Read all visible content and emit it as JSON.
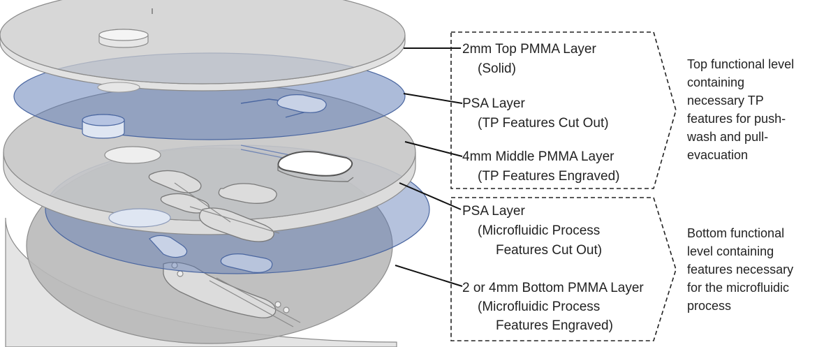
{
  "layers": [
    {
      "id": "top",
      "title": "2mm Top PMMA Layer",
      "detail": "(Solid)"
    },
    {
      "id": "psa1",
      "title": "PSA Layer",
      "detail": "(TP Features Cut Out)"
    },
    {
      "id": "middle",
      "title": "4mm Middle PMMA Layer",
      "detail": "(TP Features Engraved)"
    },
    {
      "id": "psa2",
      "title": "PSA Layer",
      "detail": "(Microfluidic Process",
      "detail2": "Features Cut Out)"
    },
    {
      "id": "bottom",
      "title": "2 or 4mm Bottom PMMA Layer",
      "detail": "(Microfluidic Process",
      "detail2": "Features Engraved)"
    }
  ],
  "groups": {
    "top": {
      "lines": [
        "Top functional level",
        "containing",
        "necessary TP",
        "features for push-",
        "wash and pull-",
        "evacuation"
      ]
    },
    "bottom": {
      "lines": [
        "Bottom functional",
        "level containing",
        "features necessary",
        "for the microfluidic",
        "process"
      ]
    }
  },
  "colors": {
    "pmma": "#c8c8c8",
    "psa": "#5a78b4",
    "text": "#222222"
  }
}
